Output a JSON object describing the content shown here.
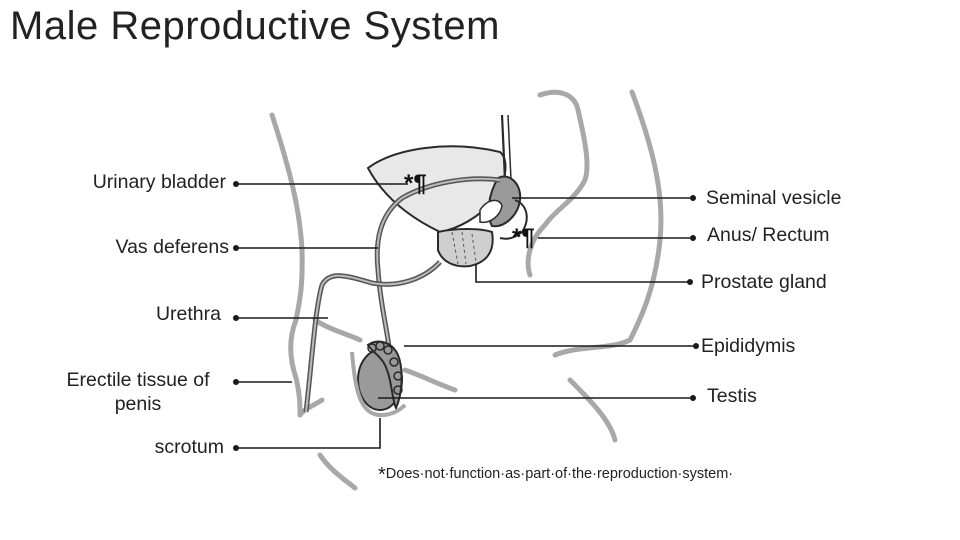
{
  "title": "Male Reproductive System",
  "labels": {
    "urinary_bladder": "Urinary bladder",
    "vas_deferens": "Vas deferens",
    "urethra": "Urethra",
    "erectile_tissue_line1": "Erectile tissue of",
    "erectile_tissue_line2": "penis",
    "scrotum": "scrotum",
    "seminal_vesicle": "Seminal vesicle",
    "anus_rectum": "Anus/ Rectum",
    "prostate_gland": "Prostate gland",
    "epididymis": "Epididymis",
    "testis": "Testis"
  },
  "markers": {
    "bladder_marker": "*¶",
    "rectum_marker": "*¶"
  },
  "footnote": {
    "star": "*",
    "text": "Does·not·function·as·part·of·the·reproduction·system·"
  },
  "colors": {
    "organ_fill": "#e6e6e6",
    "organ_dark": "#9a9a9a",
    "outline": "#2a2a2a",
    "body_outline": "#a8a8a8",
    "leader": "#1a1a1a"
  }
}
